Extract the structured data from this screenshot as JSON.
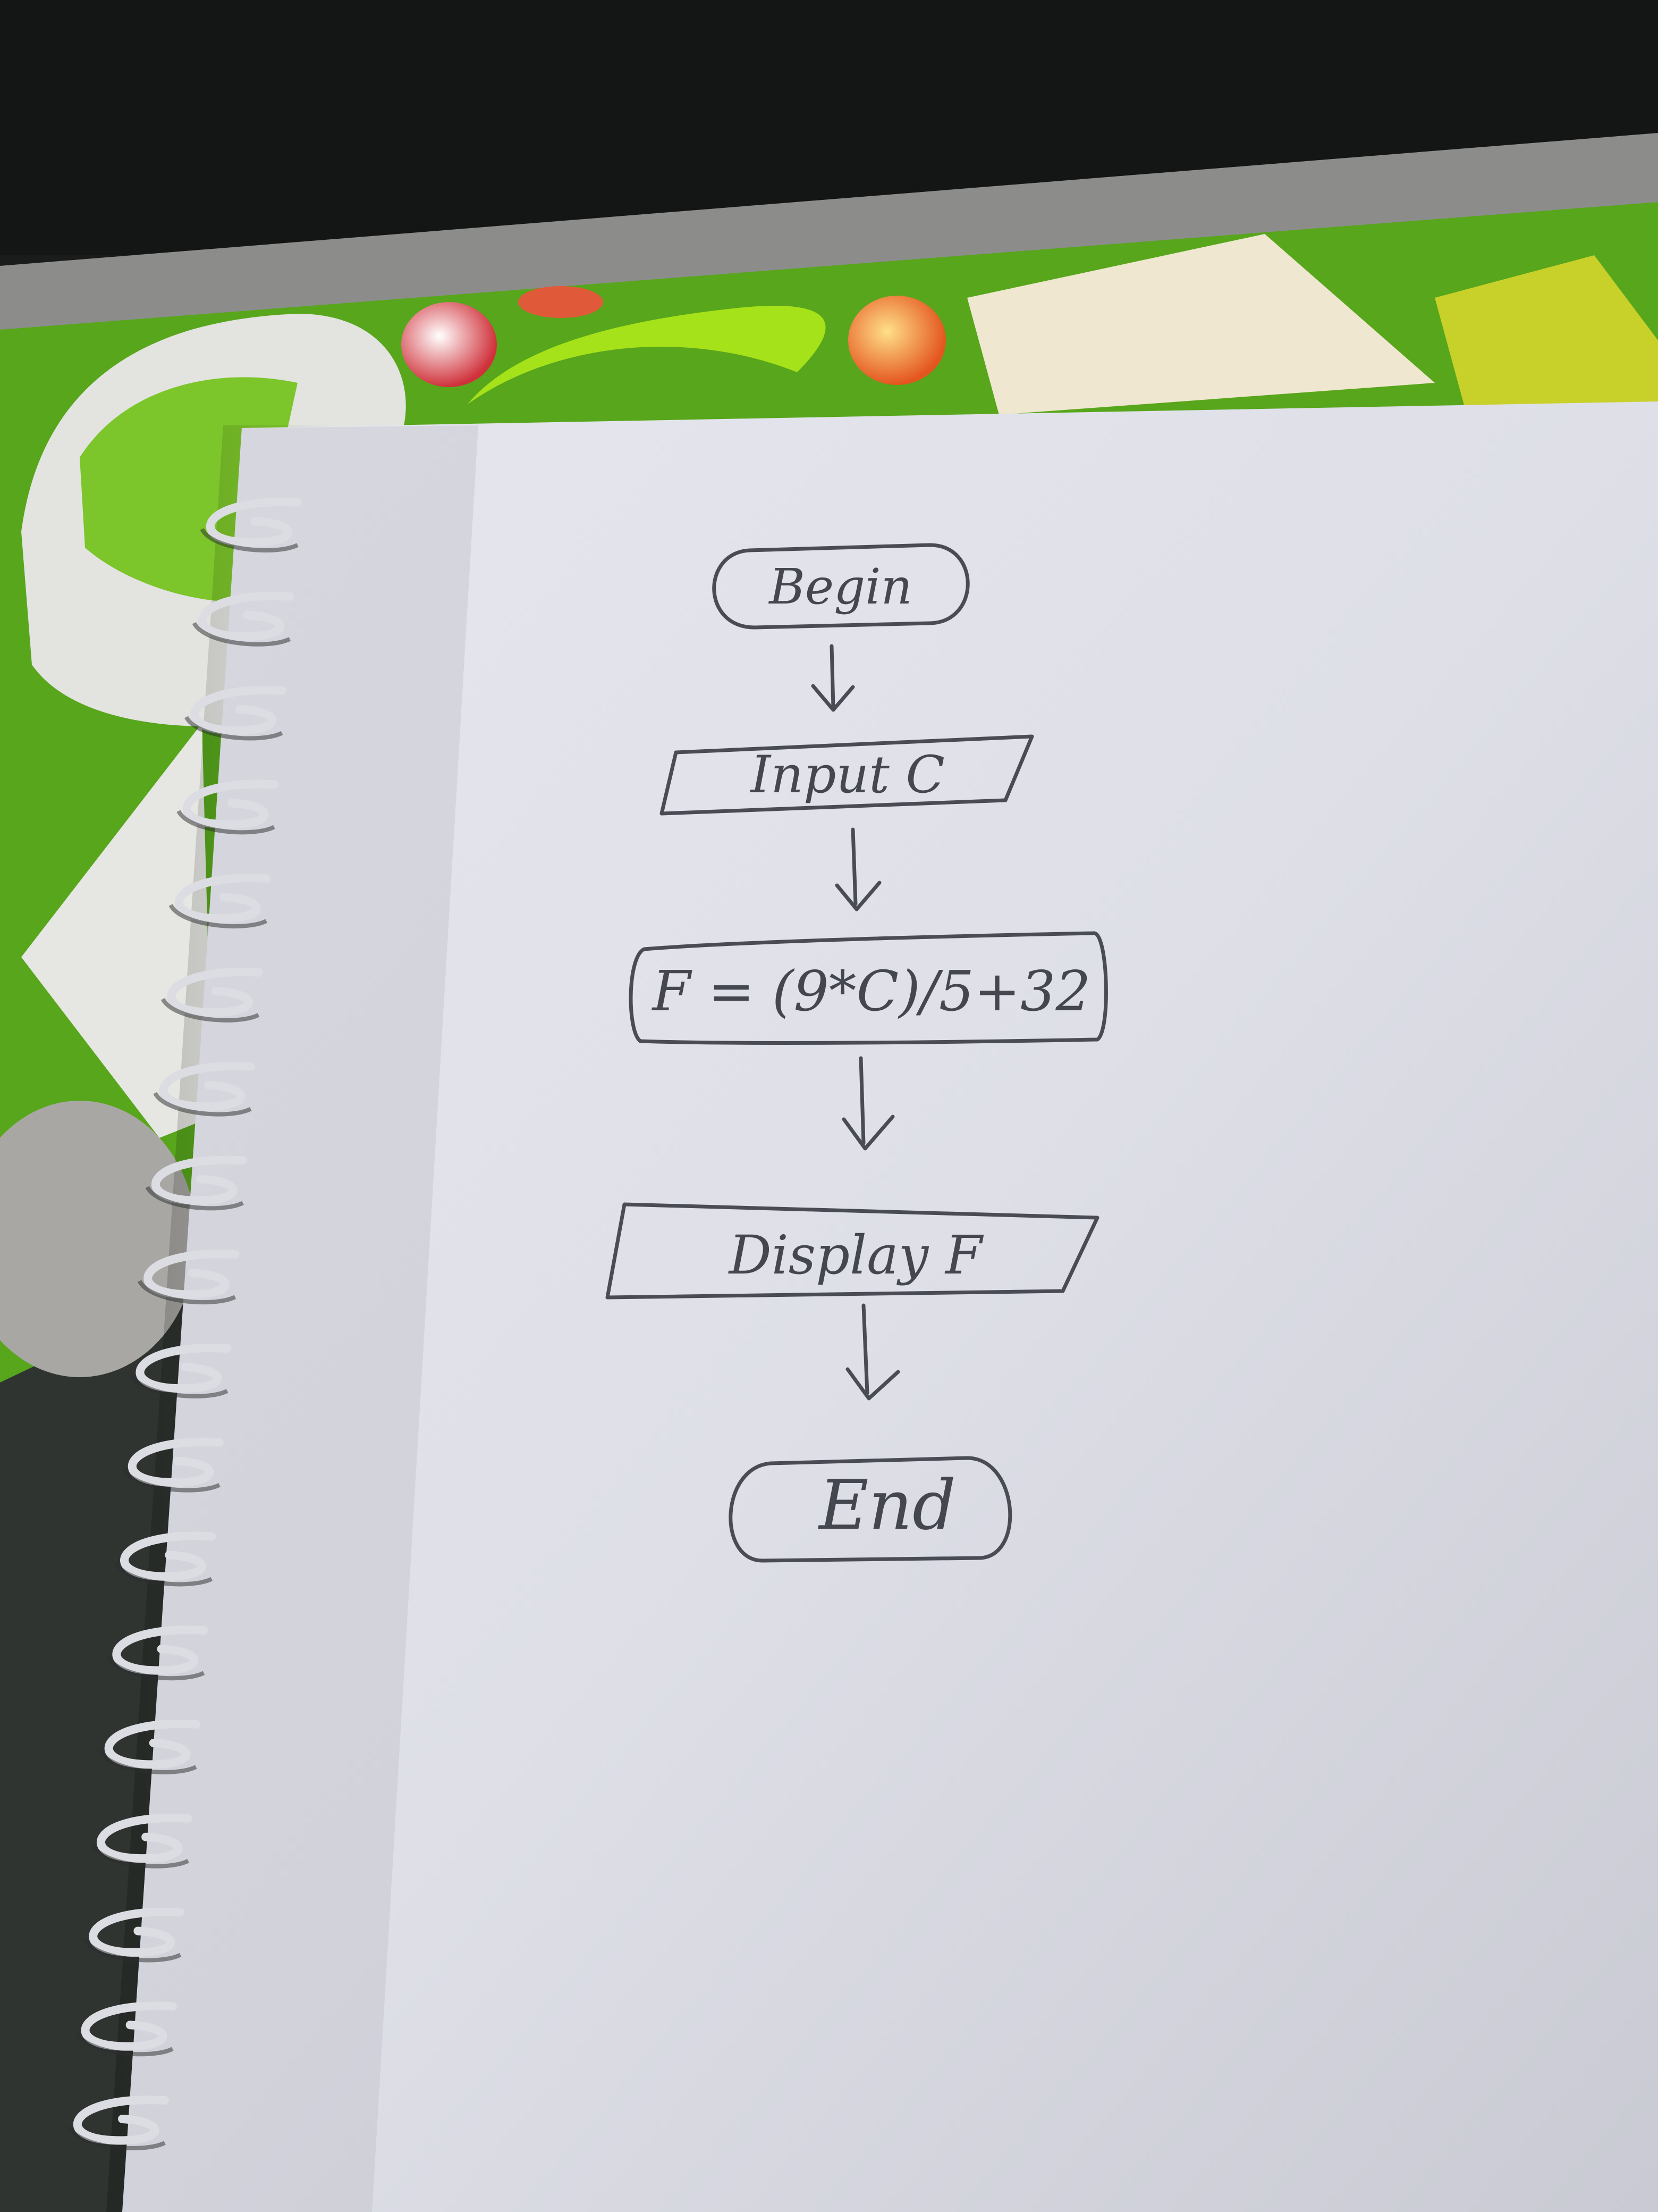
{
  "diagram": {
    "type": "flowchart",
    "medium": "pencil sketch on spiral notebook page",
    "ink_color": "#44474f",
    "nodes": [
      {
        "id": "begin",
        "shape": "terminator",
        "text": "Begin"
      },
      {
        "id": "input",
        "shape": "parallelogram",
        "text": "Input C"
      },
      {
        "id": "process",
        "shape": "process",
        "text": "F = (9*C)/5+32"
      },
      {
        "id": "display",
        "shape": "parallelogram",
        "text": "Display F"
      },
      {
        "id": "end",
        "shape": "terminator",
        "text": "End"
      }
    ],
    "edges": [
      {
        "from": "begin",
        "to": "input"
      },
      {
        "from": "input",
        "to": "process"
      },
      {
        "from": "process",
        "to": "display"
      },
      {
        "from": "display",
        "to": "end"
      }
    ]
  },
  "colors": {
    "paper": "#e9e9ef",
    "background_green": "#5aa81f",
    "desk_dark": "#1a1c1b",
    "spiral": "#d8dadf"
  }
}
